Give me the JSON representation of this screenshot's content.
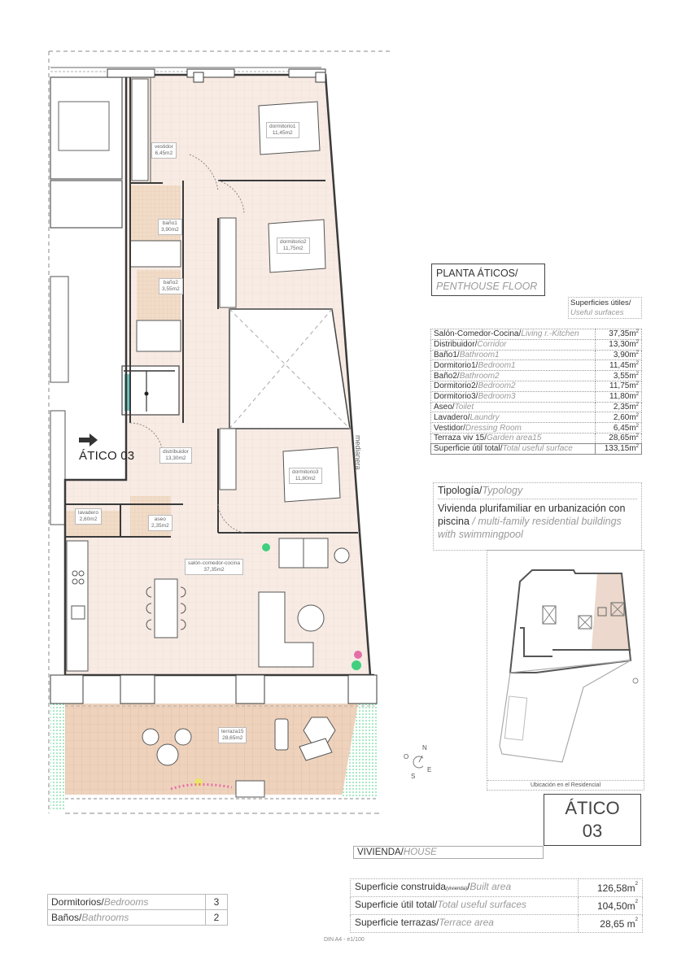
{
  "plan": {
    "entry_label": "ÁTICO 03",
    "side_label": "medianera",
    "rooms": [
      {
        "name": "dormitorio1",
        "area": "11,45m2"
      },
      {
        "name": "vestidor",
        "area": "6,45m2"
      },
      {
        "name": "baño1",
        "area": "3,90m2"
      },
      {
        "name": "dormitorio2",
        "area": "11,75m2"
      },
      {
        "name": "baño2",
        "area": "3,55m2"
      },
      {
        "name": "distribuidor",
        "area": "13,30m2"
      },
      {
        "name": "dormitorio3",
        "area": "11,80m2"
      },
      {
        "name": "lavadero",
        "area": "2,60m2"
      },
      {
        "name": "aseo",
        "area": "2,35m2"
      },
      {
        "name": "salón-comedor-cocina",
        "area": "37,35m2"
      },
      {
        "name": "terraza15",
        "area": "28,65m2"
      }
    ],
    "compass": {
      "n": "N",
      "e": "E",
      "s": "S",
      "o": "O"
    },
    "colors": {
      "floor": "#f7ebe4",
      "wet": "#f1dcc8",
      "terrace": "#eed2bc",
      "wall": "#3a3a3a",
      "plant_green": "#3fcf7f",
      "plant_pink": "#e46fa6"
    }
  },
  "title": {
    "es": "PLANTA ÁTICOS/",
    "en": "PENTHOUSE  FLOOR"
  },
  "surfaces_header": {
    "es": "Superficies útiles/",
    "en": "Useful surfaces"
  },
  "surfaces": [
    {
      "es": "Salón-Comedor-Cocina/",
      "en": "Living r.-Kitchen",
      "value": "37,35m",
      "unit_sup": "2"
    },
    {
      "es": "Distribuidor/",
      "en": "Corridor",
      "value": "13,30m",
      "unit_sup": "2"
    },
    {
      "es": "Baño1/",
      "en": "Bathroom1",
      "value": "3,90m",
      "unit_sup": "2"
    },
    {
      "es": "Dormitorio1/",
      "en": "Bedroom1",
      "value": "11,45m",
      "unit_sup": "2"
    },
    {
      "es": "Baño2/",
      "en": "Bathroom2",
      "value": "3,55m",
      "unit_sup": "2"
    },
    {
      "es": "Dormitorio2/",
      "en": "Bedroom2",
      "value": "11,75m",
      "unit_sup": "2"
    },
    {
      "es": "Dormitorio3/",
      "en": "Bedroom3",
      "value": "11,80m",
      "unit_sup": "2"
    },
    {
      "es": "Aseo/",
      "en": "Toilet",
      "value": "2,35m",
      "unit_sup": "2"
    },
    {
      "es": "Lavadero/",
      "en": "Laundry",
      "value": "2,60m",
      "unit_sup": "2"
    },
    {
      "es": "Vestidor/",
      "en": "Dressing Room",
      "value": "6,45m",
      "unit_sup": "2"
    },
    {
      "es": "Terraza viv 15/",
      "en": "Garden area15",
      "value": "28,65m",
      "unit_sup": "2"
    }
  ],
  "surfaces_total": {
    "es": "Superficie útil total/",
    "en": "Total useful surface",
    "value": "133,15m",
    "unit_sup": "2"
  },
  "typology": {
    "label_es": "Tipología/",
    "label_en": "Typology",
    "desc_es": "Vivienda plurifamiliar en urbanización con piscina ",
    "desc_en": " / multi-family residential buildings with swimmingpool"
  },
  "location": {
    "caption": "Ubicación en el Residencial"
  },
  "unit": {
    "line1": "ÁTICO",
    "line2": "03"
  },
  "housing": {
    "es": "VIVIENDA/",
    "en": "HOUSE"
  },
  "summary": [
    {
      "es": "Superficie construida",
      "small": "(vivienda)",
      "slash": "/",
      "en": "Built area",
      "value": "126,58m",
      "unit_sup": "2"
    },
    {
      "es": "Superficie útil total/",
      "small": "",
      "slash": "",
      "en": "Total useful surfaces",
      "value": "104,50m",
      "unit_sup": "2"
    },
    {
      "es": "Superficie terrazas/",
      "small": "",
      "slash": "",
      "en": "Terrace area",
      "value": "28,65 m",
      "unit_sup": "2"
    }
  ],
  "room_counts": [
    {
      "es": "Dormitorios/",
      "en": "Bedrooms",
      "value": "3"
    },
    {
      "es": "Baños/",
      "en": "Bathrooms",
      "value": "2"
    }
  ],
  "scale": "DIN A4 - e1/100"
}
